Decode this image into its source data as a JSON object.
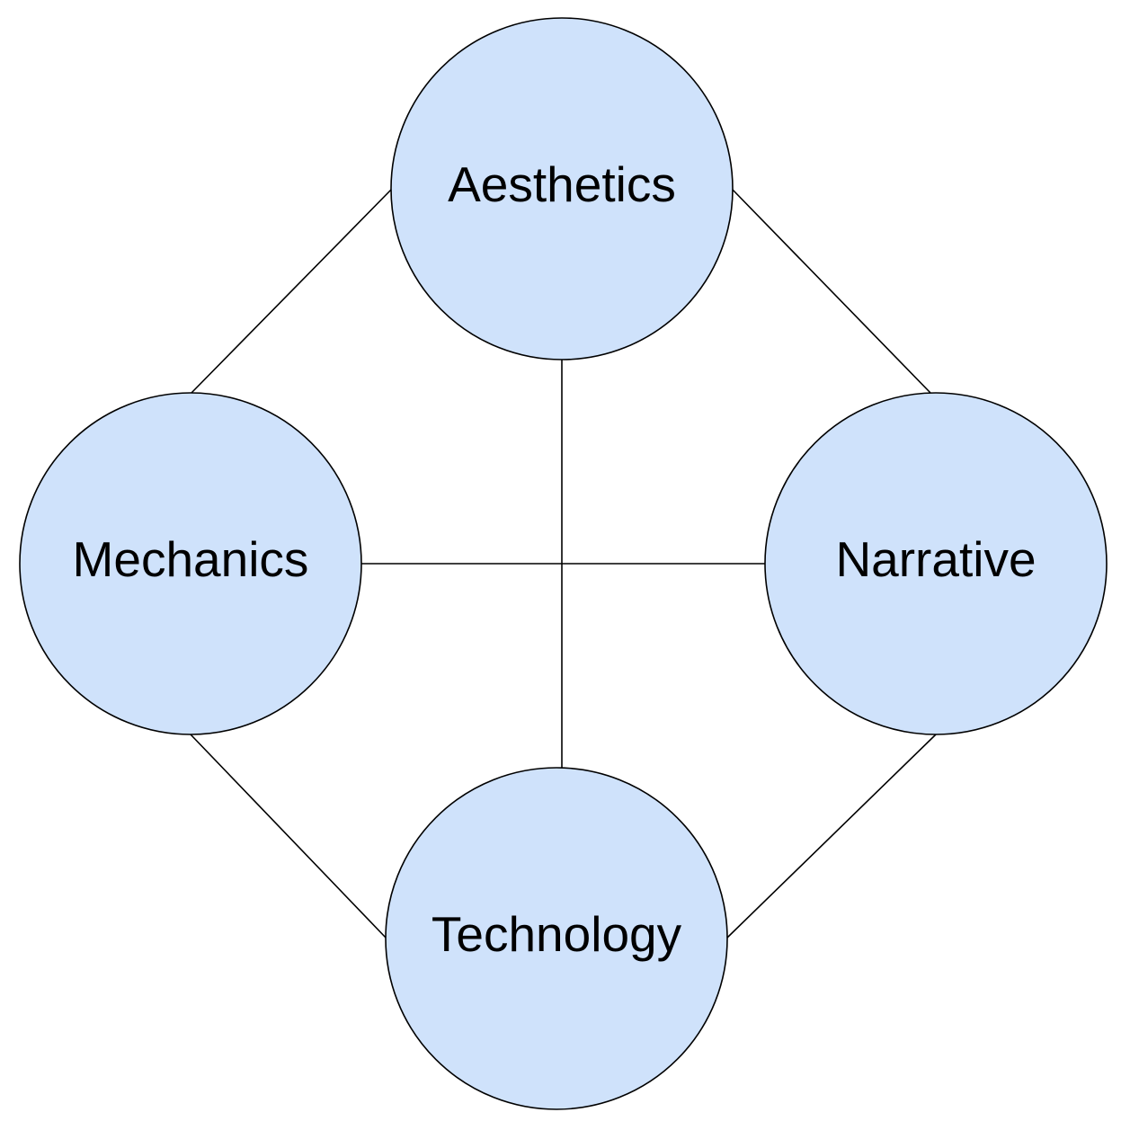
{
  "diagram": {
    "nodes": [
      {
        "id": "aesthetics",
        "label": "Aesthetics"
      },
      {
        "id": "mechanics",
        "label": "Mechanics"
      },
      {
        "id": "narrative",
        "label": "Narrative"
      },
      {
        "id": "technology",
        "label": "Technology"
      }
    ],
    "edges": [
      {
        "from": "aesthetics",
        "to": "mechanics"
      },
      {
        "from": "aesthetics",
        "to": "narrative"
      },
      {
        "from": "aesthetics",
        "to": "technology"
      },
      {
        "from": "mechanics",
        "to": "narrative"
      },
      {
        "from": "mechanics",
        "to": "technology"
      },
      {
        "from": "narrative",
        "to": "technology"
      }
    ],
    "colors": {
      "node_fill": "#cfe2fb",
      "stroke": "#000000",
      "text": "#000000",
      "background": "#ffffff"
    }
  }
}
